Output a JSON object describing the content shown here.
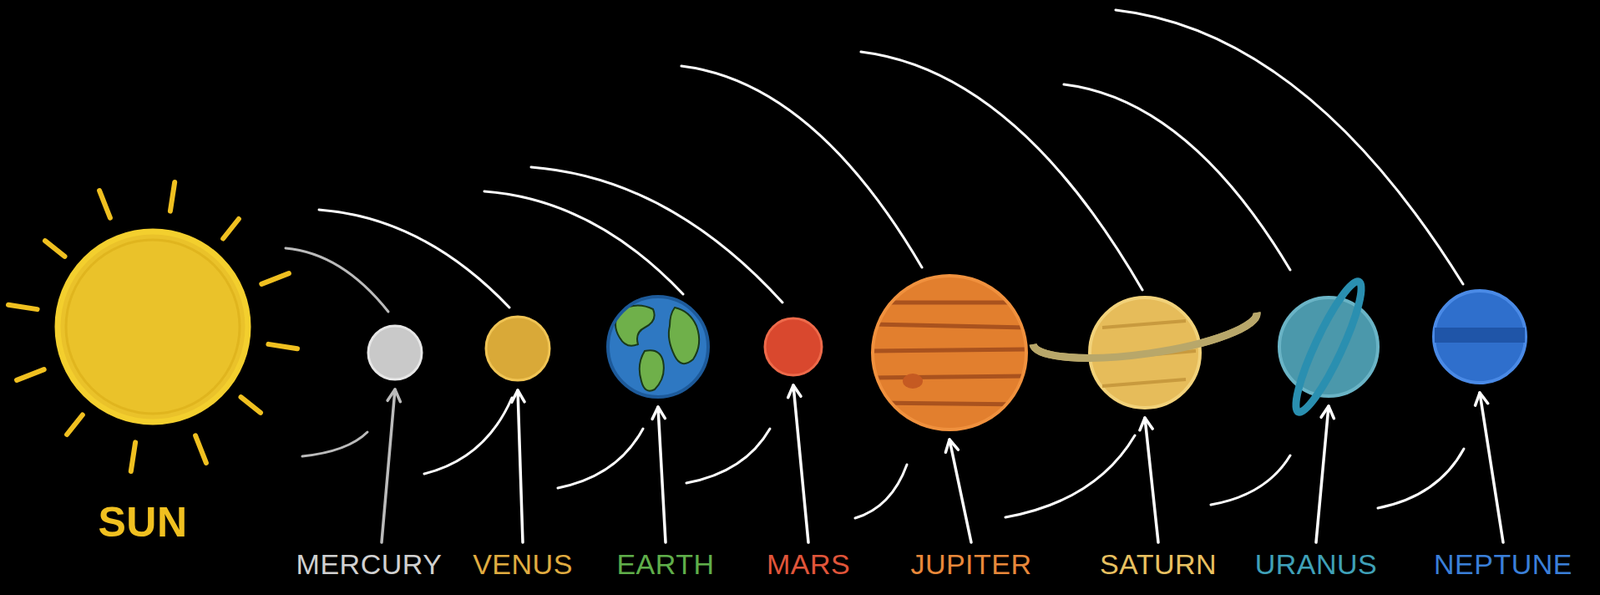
{
  "diagram": {
    "labels": [
      "SUN",
      "MERCURY",
      "VENUS",
      "EARTH",
      "MARS",
      "JUPITER",
      "SATURN",
      "URANUS",
      "NEPTUNE"
    ]
  }
}
